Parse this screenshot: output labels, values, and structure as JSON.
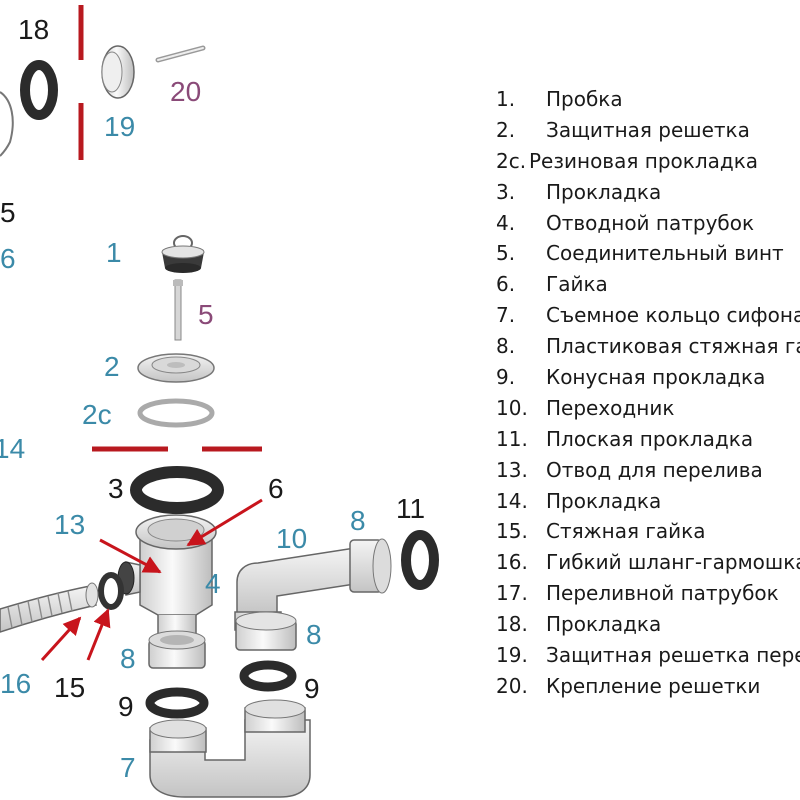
{
  "colors": {
    "label_teal": "#3b8aa8",
    "label_black": "#1a1a1a",
    "label_purple": "#8a4a78",
    "divider_red": "#b8191f",
    "arrow_red": "#c8141c",
    "gasket_dark": "#2b2b2b",
    "plastic_light": "#e8e8e8",
    "outline": "#555555"
  },
  "callouts": {
    "c18": "18",
    "c20": "20",
    "c19": "19",
    "c5_left": "5",
    "c6_left": "6",
    "c1": "1",
    "c5": "5",
    "c2": "2",
    "c2c": "2с",
    "c14": "14",
    "c3": "3",
    "c6": "6",
    "c13": "13",
    "c4": "4",
    "c10": "10",
    "c8_top": "8",
    "c11": "11",
    "c8_mid": "8",
    "c8_low": "8",
    "c9_left": "9",
    "c9_right": "9",
    "c7": "7",
    "c16": "16",
    "c15": "15"
  },
  "legend": [
    {
      "num": "1.",
      "text": "Пробка"
    },
    {
      "num": "2.",
      "text": "Защитная решетка"
    },
    {
      "num": "2с.",
      "text": "Резиновая прокладка"
    },
    {
      "num": "3.",
      "text": "Прокладка"
    },
    {
      "num": "4.",
      "text": "Отводной патрубок"
    },
    {
      "num": "5.",
      "text": "Соединительный винт"
    },
    {
      "num": "6.",
      "text": "Гайка"
    },
    {
      "num": "7.",
      "text": "Съемное кольцо сифона"
    },
    {
      "num": "8.",
      "text": "Пластиковая стяжная гайка"
    },
    {
      "num": "9.",
      "text": "Конусная прокладка"
    },
    {
      "num": "10.",
      "text": "Переходник"
    },
    {
      "num": "11.",
      "text": "Плоская прокладка"
    },
    {
      "num": "13.",
      "text": "Отвод для перелива"
    },
    {
      "num": "14.",
      "text": "Прокладка"
    },
    {
      "num": "15.",
      "text": "Стяжная гайка"
    },
    {
      "num": "16.",
      "text": "Гибкий шланг-гармошка"
    },
    {
      "num": "17.",
      "text": "Переливной патрубок"
    },
    {
      "num": "18.",
      "text": "Прокладка"
    },
    {
      "num": "19.",
      "text": "Защитная решетка перелива"
    },
    {
      "num": "20.",
      "text": "Крепление решетки"
    }
  ]
}
